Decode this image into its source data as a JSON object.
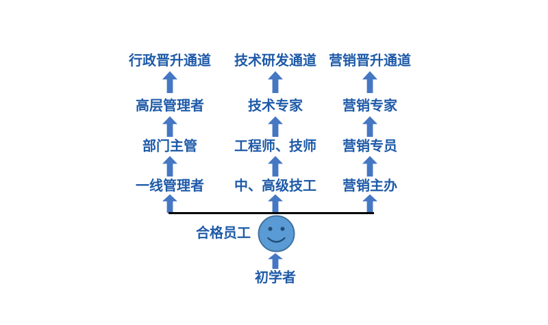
{
  "diagram": {
    "columns": [
      {
        "channel": "行政晋升通道",
        "levels": [
          "高层管理者",
          "部门主管",
          "一线管理者"
        ]
      },
      {
        "channel": "技术研发通道",
        "levels": [
          "技术专家",
          "工程师、技师",
          "中、高级技工"
        ]
      },
      {
        "channel": "营销晋升通道",
        "levels": [
          "营销专家",
          "营销专员",
          "营销主办"
        ]
      }
    ],
    "base": {
      "qualified": "合格员工",
      "beginner": "初学者"
    },
    "icons": {
      "up_arrow": "block-up-arrow",
      "face": "smiley-face"
    },
    "colors": {
      "text": "#1E5AA8",
      "arrow": "#4577C3",
      "face_fill": "#5B9BD5",
      "face_stroke": "#41719C",
      "baseline": "#000000"
    }
  }
}
